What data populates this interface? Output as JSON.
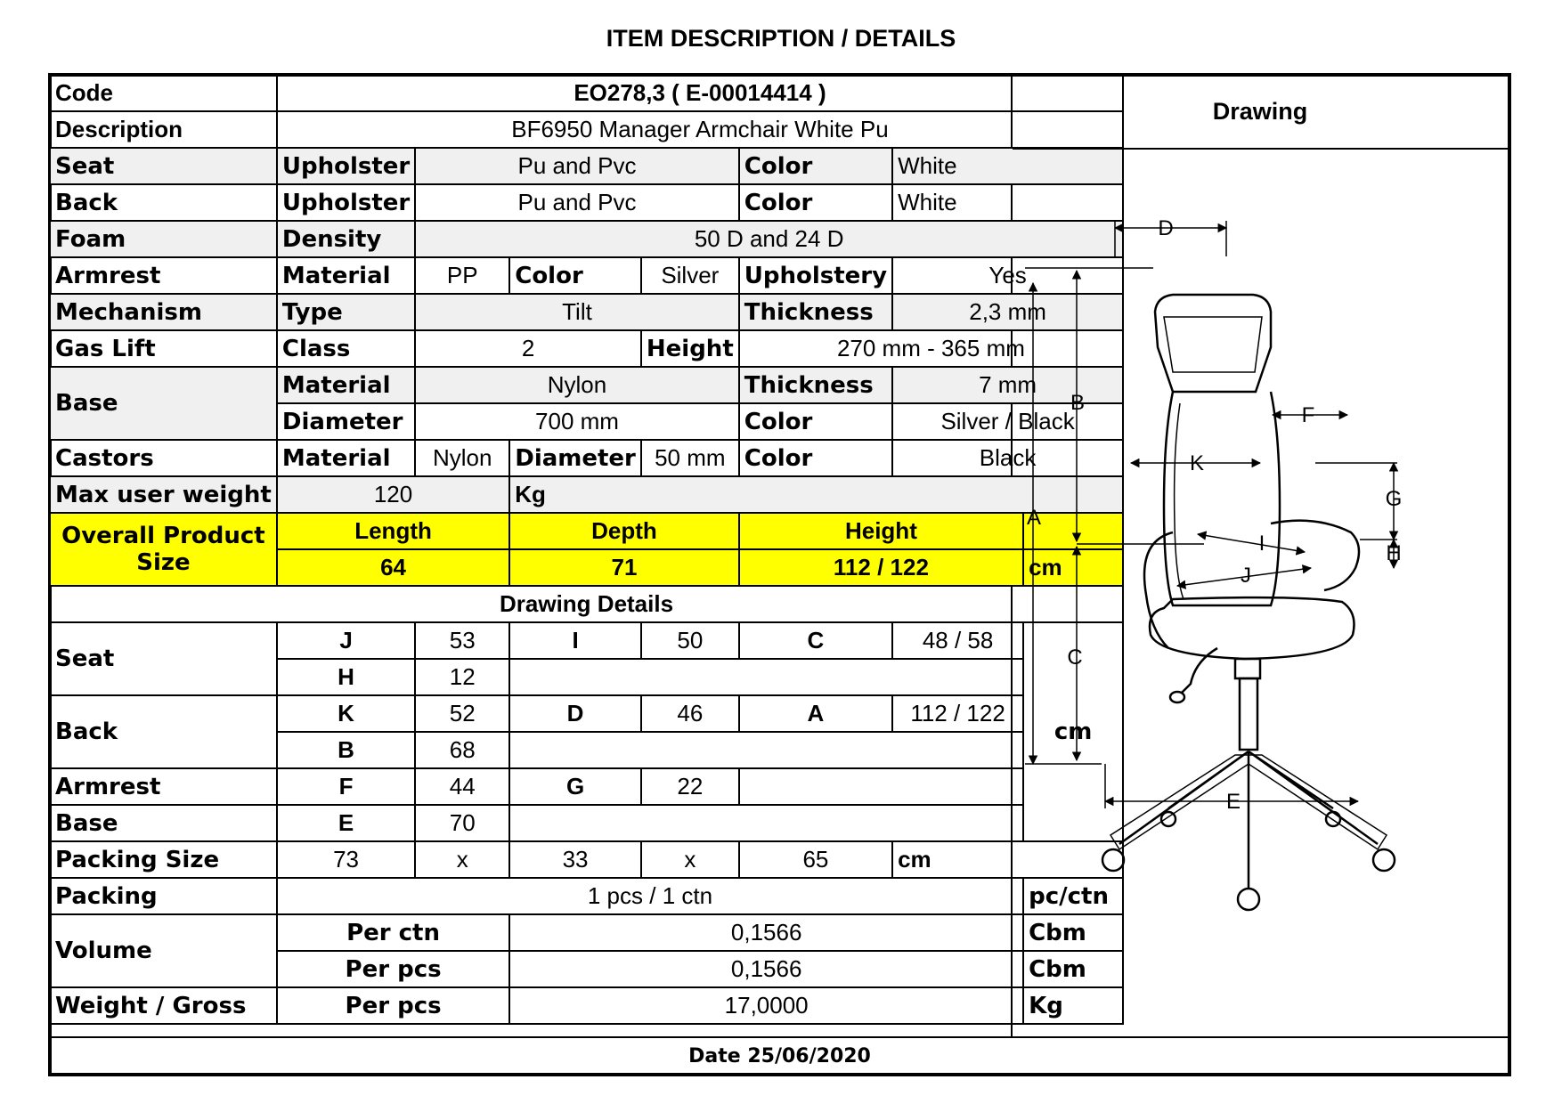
{
  "title": "ITEM DESCRIPTION / DETAILS",
  "drawing_heading": "Drawing",
  "date": "Date 25/06/2020",
  "code": {
    "label": "Code",
    "value": "EO278,3 ( E-00014414 )"
  },
  "description": {
    "label": "Description",
    "value": "BF6950 Manager Armchair White Pu"
  },
  "seat": {
    "label": "Seat",
    "k1": "Upholster",
    "v1": "Pu and Pvc",
    "k2": "Color",
    "v2": "White"
  },
  "back": {
    "label": "Back",
    "k1": "Upholster",
    "v1": "Pu and Pvc",
    "k2": "Color",
    "v2": "White"
  },
  "foam": {
    "label": "Foam",
    "k1": "Density",
    "v1": "50 D and 24 D"
  },
  "armrest": {
    "label": "Armrest",
    "k1": "Material",
    "v1": "PP",
    "k2": "Color",
    "v2": "Silver",
    "k3": "Upholstery",
    "v3": "Yes"
  },
  "mechanism": {
    "label": "Mechanism",
    "k1": "Type",
    "v1": "Tilt",
    "k2": "Thickness",
    "v2": "2,3 mm"
  },
  "gaslift": {
    "label": "Gas Lift",
    "k1": "Class",
    "v1": "2",
    "k2": "Height",
    "v2": "270 mm - 365 mm"
  },
  "base": {
    "label": "Base",
    "k1": "Material",
    "v1": "Nylon",
    "k2": "Thickness",
    "v2": "7 mm",
    "k3": "Diameter",
    "v3": "700 mm",
    "k4": "Color",
    "v4": "Silver / Black"
  },
  "castors": {
    "label": "Castors",
    "k1": "Material",
    "v1": "Nylon",
    "k2": "Diameter",
    "v2": "50 mm",
    "k3": "Color",
    "v3": "Black"
  },
  "maxweight": {
    "label": "Max user weight",
    "value": "120",
    "unit": "Kg"
  },
  "overall": {
    "label": "Overall Product Size",
    "h1": "Length",
    "h2": "Depth",
    "h3": "Height",
    "v1": "64",
    "v2": "71",
    "v3": "112 / 122",
    "unit": "cm"
  },
  "drawing_details": {
    "heading": "Drawing Details",
    "unit": "cm",
    "seat": {
      "label": "Seat",
      "J": "J",
      "J_v": "53",
      "I": "I",
      "I_v": "50",
      "C": "C",
      "C_v": "48 / 58",
      "H": "H",
      "H_v": "12"
    },
    "back": {
      "label": "Back",
      "K": "K",
      "K_v": "52",
      "D": "D",
      "D_v": "46",
      "A": "A",
      "A_v": "112 / 122",
      "B": "B",
      "B_v": "68"
    },
    "armrest": {
      "label": "Armrest",
      "F": "F",
      "F_v": "44",
      "G": "G",
      "G_v": "22"
    },
    "base": {
      "label": "Base",
      "E": "E",
      "E_v": "70"
    }
  },
  "packing_size": {
    "label": "Packing Size",
    "v1": "73",
    "x1": "x",
    "v2": "33",
    "x2": "x",
    "v3": "65",
    "unit": "cm"
  },
  "packing": {
    "label": "Packing",
    "value": "1 pcs / 1 ctn",
    "unit": "pc/ctn"
  },
  "volume": {
    "label": "Volume",
    "k1": "Per ctn",
    "v1": "0,1566",
    "u1": "Cbm",
    "k2": "Per pcs",
    "v2": "0,1566",
    "u2": "Cbm"
  },
  "weight": {
    "label": "Weight / Gross",
    "k1": "Per pcs",
    "v1": "17,0000",
    "u1": "Kg"
  },
  "dimension_letters": {
    "A": "A",
    "B": "B",
    "C": "C",
    "D": "D",
    "E": "E",
    "F": "F",
    "G": "G",
    "H": "H",
    "I": "I",
    "J": "J",
    "K": "K"
  }
}
